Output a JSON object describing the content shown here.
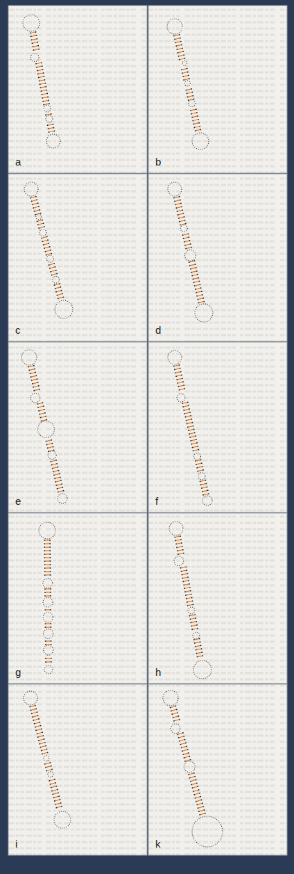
{
  "diagram": {
    "labels": [
      "a",
      "b",
      "c",
      "d",
      "e",
      "f",
      "g",
      "h",
      "i",
      "k"
    ]
  }
}
